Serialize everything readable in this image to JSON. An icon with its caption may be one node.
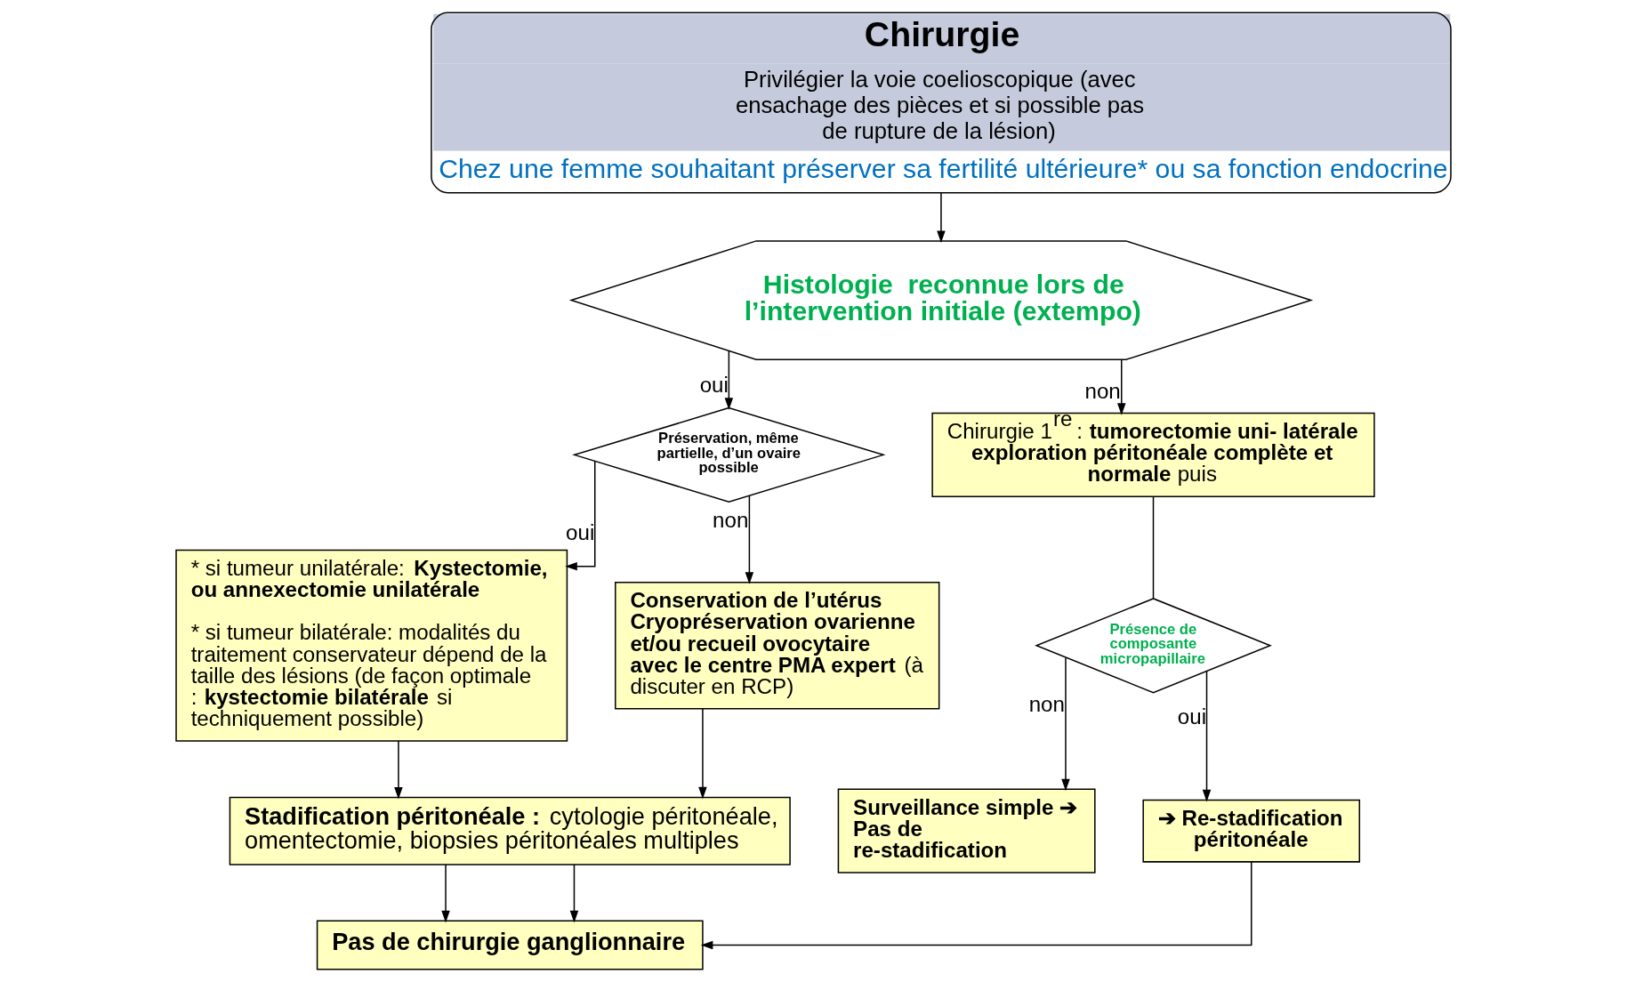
{
  "diagram": {
    "nodes": [
      {
        "text": [
          "Chirurgie",
          "Privilégier la voie coelioscopique (avec ensachage des pièces et si possible pas de rupture de la lésion)",
          "Chez une femme souhaitant préserver sa fertilité ultérieure* ou sa fonction endocrine"
        ]
      },
      {
        "text": [
          "Histologie  reconnue lors de l’intervention initiale (extempo)"
        ]
      },
      {
        "text": [
          "Préservation, même partielle, d’un ovaire possible"
        ]
      },
      {
        "text": [
          "* si tumeur unilatérale: **Kystectomie, ou annexectomie unilatérale**",
          "* si tumeur bilatérale: modalités du traitement conservateur dépend de la taille des lésions (de façon optimale : **kystectomie bilatérale** si techniquement possible)"
        ]
      },
      {
        "text": [
          "**Conservation de l’utérus Cryopréservation ovarienne et/ou recueil ovocytaire avec le centre PMA expert** (à discuter en RCP)"
        ]
      },
      {
        "text": [
          "Chirurgie 1$^{re}$ : **tumorectomie uni- latérale exploration péritonéale complète et normale** puis"
        ]
      },
      {
        "text": [
          "Présence de composante micropapillaire"
        ]
      },
      {
        "text": [
          "**Surveillance simple ➔ Pas de re-stadification**"
        ]
      },
      {
        "text": [
          "**➔ Re-stadification péritonéale**"
        ]
      },
      {
        "text": [
          "**Stadification péritonéale :** cytologie péritonéale, omentectomie, biopsies péritonéales multiples"
        ]
      },
      {
        "text": [
          "Pas de chirurgie ganglionnaire"
        ]
      }
    ],
    "edges": [
      {
        "from": 0,
        "to": 1,
        "arrow": "to"
      },
      {
        "from": 1,
        "to": 2,
        "arrow": "to",
        "label": "oui"
      },
      {
        "from": 1,
        "to": 5,
        "arrow": "to",
        "label": "non"
      },
      {
        "from": 2,
        "to": 3,
        "arrow": "to",
        "label": "oui"
      },
      {
        "from": 2,
        "to": 4,
        "arrow": "to",
        "label": "non"
      },
      {
        "from": 5,
        "to": 6,
        "arrow": "none"
      },
      {
        "from": 6,
        "to": 7,
        "arrow": "to",
        "label": "non"
      },
      {
        "from": 6,
        "to": 8,
        "arrow": "to",
        "label": "oui"
      },
      {
        "from": 3,
        "to": 9,
        "arrow": "to"
      },
      {
        "from": 4,
        "to": 9,
        "arrow": "to"
      },
      {
        "from": 9,
        "to": 10,
        "arrow": "to"
      },
      {
        "from": 9,
        "to": 10,
        "arrow": "to"
      },
      {
        "from": 8,
        "to": 10,
        "arrow": "to"
      }
    ]
  }
}
